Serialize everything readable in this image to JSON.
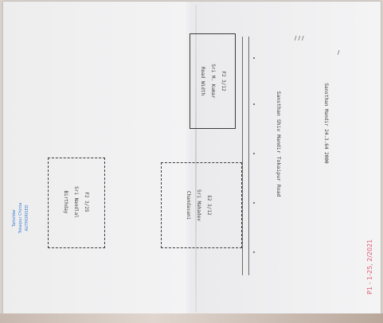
{
  "page": {
    "title": "Sansthan Shiv Mandir Tokaipur Road",
    "subtitle": "Sansthan Mandir 24.3.64 2000",
    "colors": {
      "stamp": "#3f7fd1",
      "ink": "#3d3d3d",
      "red_ink": "#e05a78"
    }
  },
  "plots": [
    {
      "lines": [
        "F2 3/12",
        "Sri M. Kumar",
        "Road Width"
      ]
    },
    {
      "lines": [
        "E2 3/12",
        "Sri Mahadev",
        "Chandasani"
      ]
    },
    {
      "lines": [
        "F2 3/25",
        "Sri Nandlal",
        "Birthday"
      ]
    }
  ],
  "stamp": {
    "lines": [
      "Tahsildar",
      "Tokaipur Chinta",
      "AUTHORISED"
    ]
  },
  "red_note": "P1 - 1-25, 2/2021"
}
